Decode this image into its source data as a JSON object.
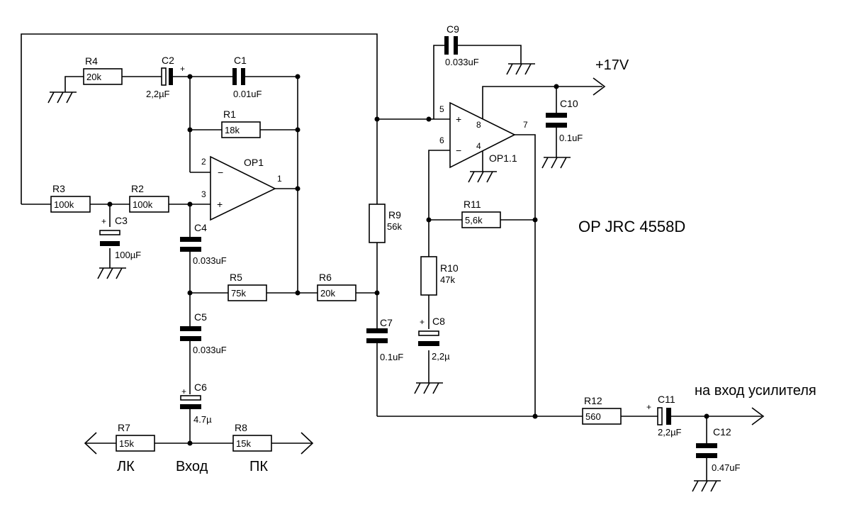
{
  "title": "OP JRC 4558D",
  "supply": "+17V",
  "output_label": "на вход усилителя",
  "input_label": "Вход",
  "left_label": "ЛК",
  "right_label": "ПК",
  "plus": "+",
  "opamps": [
    {
      "name": "OP1",
      "minus": "−",
      "plus": "+",
      "pin_inv": "2",
      "pin_noninv": "3",
      "pin_out": "1"
    },
    {
      "name": "OP1.1",
      "minus": "−",
      "plus": "+",
      "pin_noninv": "5",
      "pin_inv": "6",
      "pin_out": "7",
      "pin_vcc": "8",
      "pin_gnd": "4"
    }
  ],
  "components": {
    "R1": {
      "ref": "R1",
      "value": "18k"
    },
    "R2": {
      "ref": "R2",
      "value": "100k"
    },
    "R3": {
      "ref": "R3",
      "value": "100k"
    },
    "R4": {
      "ref": "R4",
      "value": "20k"
    },
    "R5": {
      "ref": "R5",
      "value": "75k"
    },
    "R6": {
      "ref": "R6",
      "value": "20k"
    },
    "R7": {
      "ref": "R7",
      "value": "15k"
    },
    "R8": {
      "ref": "R8",
      "value": "15k"
    },
    "R9": {
      "ref": "R9",
      "value": "56k"
    },
    "R10": {
      "ref": "R10",
      "value": "47k"
    },
    "R11": {
      "ref": "R11",
      "value": "5,6k"
    },
    "R12": {
      "ref": "R12",
      "value": "560"
    },
    "C1": {
      "ref": "C1",
      "value": "0.01uF"
    },
    "C2": {
      "ref": "C2",
      "value": "2,2µF"
    },
    "C3": {
      "ref": "C3",
      "value": "100µF"
    },
    "C4": {
      "ref": "C4",
      "value": "0.033uF"
    },
    "C5": {
      "ref": "C5",
      "value": "0.033uF"
    },
    "C6": {
      "ref": "C6",
      "value": "4.7µ"
    },
    "C7": {
      "ref": "C7",
      "value": "0.1uF"
    },
    "C8": {
      "ref": "C8",
      "value": "2,2µ"
    },
    "C9": {
      "ref": "C9",
      "value": "0.033uF"
    },
    "C10": {
      "ref": "C10",
      "value": "0.1uF"
    },
    "C11": {
      "ref": "C11",
      "value": "2,2µF"
    },
    "C12": {
      "ref": "C12",
      "value": "0.47uF"
    }
  }
}
